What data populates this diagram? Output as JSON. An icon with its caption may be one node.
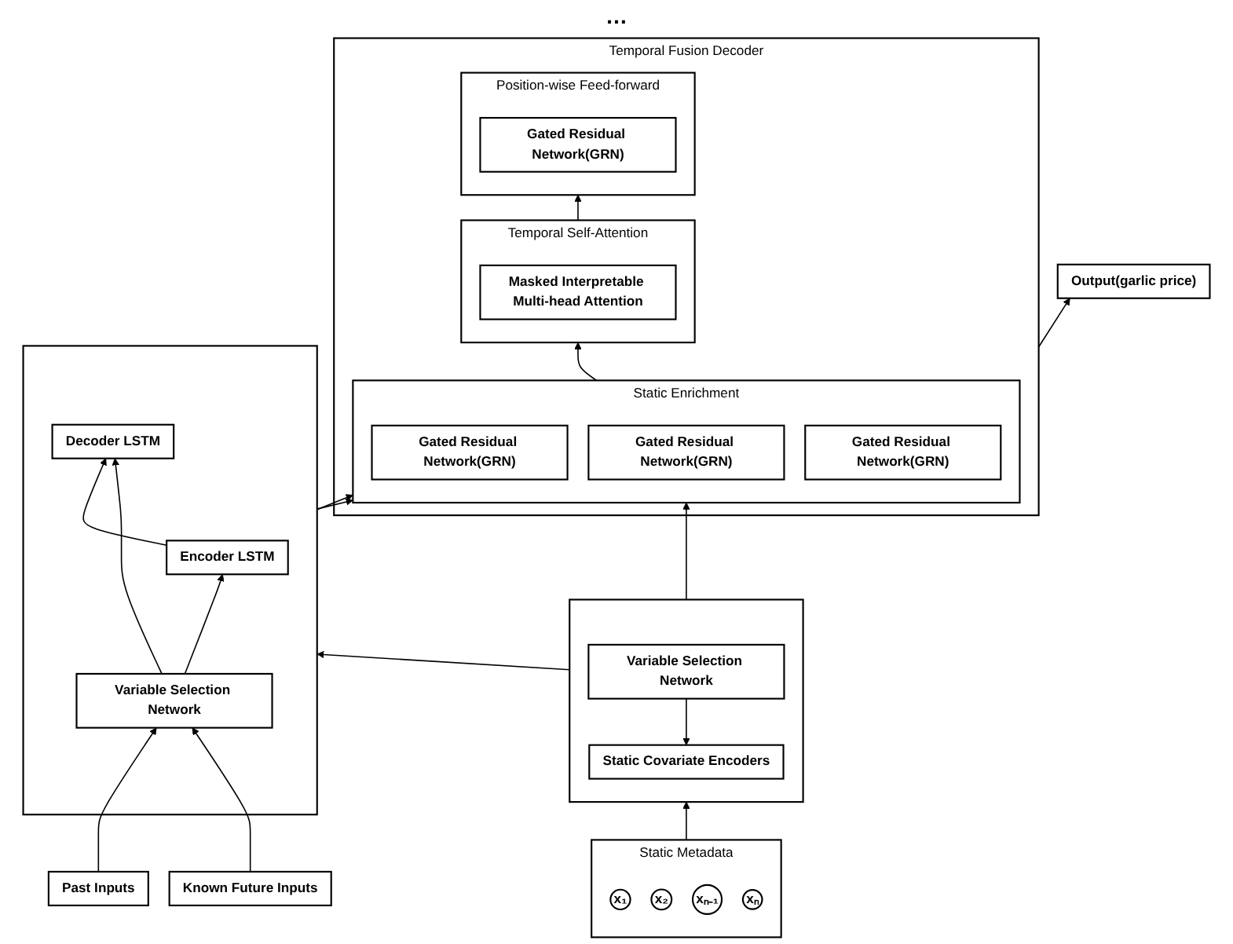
{
  "diagram": {
    "nodes": [
      {
        "text": [
          "Output(garlic price)"
        ]
      },
      {
        "text": [
          "Temporal Fusion Decoder"
        ]
      },
      {
        "text": [
          "Position-wise Feed-forward"
        ],
        "in": 1
      },
      {
        "text": [
          "Gated Residual Network(GRN)"
        ],
        "in": 2
      },
      {
        "text": [
          "Temporal Self-Attention"
        ],
        "in": 1
      },
      {
        "text": [
          "Masked Interpretable Multi-head Attention"
        ],
        "in": 4
      },
      {
        "text": [
          "Static Enrichment"
        ],
        "in": 1
      },
      {
        "text": [
          "Gated Residual Network(GRN)"
        ],
        "in": 6
      },
      {
        "text": [
          "Gated Residual Network(GRN)"
        ],
        "in": 6
      },
      {
        "text": [
          "Gated Residual Network(GRN)"
        ],
        "in": 6
      },
      {
        "text": [],
        "shape": "box"
      },
      {
        "text": [
          "Static Covariate Encoders"
        ],
        "in": 10
      },
      {
        "text": [
          "Variable Selection Network"
        ],
        "in": 10
      },
      {
        "text": [],
        "shape": "box"
      },
      {
        "text": [
          "Encoder LSTM"
        ],
        "in": 13
      },
      {
        "text": [
          "Decoder LSTM"
        ],
        "in": 13
      },
      {
        "text": [
          "Variable Selection Network"
        ],
        "in": 13
      },
      {
        "text": [
          "Static Metadata"
        ]
      },
      {
        "text": [
          "x₁"
        ],
        "in": 17
      },
      {
        "text": [
          "x₂"
        ],
        "in": 17
      },
      {
        "text": [
          "xₙ₋₁"
        ],
        "in": 17
      },
      {
        "text": [
          "xₙ"
        ],
        "in": 17
      },
      {
        "text": [
          "Past Inputs"
        ]
      },
      {
        "text": [
          "Known Future Inputs"
        ]
      }
    ],
    "edges": [
      {
        "from": 1,
        "to": 0,
        "arrow": "to"
      },
      {
        "from": 4,
        "to": 2,
        "arrow": "to"
      },
      {
        "from": 6,
        "to": 4,
        "arrow": "to"
      },
      {
        "from": 10,
        "to": 6,
        "arrow": "to"
      },
      {
        "from": 13,
        "to": 6,
        "arrow": "to"
      },
      {
        "from": 13,
        "to": 6,
        "arrow": "to"
      },
      {
        "from": 12,
        "to": 11,
        "arrow": "to"
      },
      {
        "from": 10,
        "to": 13,
        "arrow": "to"
      },
      {
        "from": 14,
        "to": 15,
        "arrow": "to"
      },
      {
        "from": 16,
        "to": 14,
        "arrow": "to"
      },
      {
        "from": 16,
        "to": 15,
        "arrow": "to"
      },
      {
        "from": 17,
        "to": 10,
        "arrow": "to"
      },
      {
        "from": 22,
        "to": 16,
        "arrow": "to"
      },
      {
        "from": 23,
        "to": 16,
        "arrow": "to"
      }
    ],
    "labels": [
      "…"
    ]
  }
}
